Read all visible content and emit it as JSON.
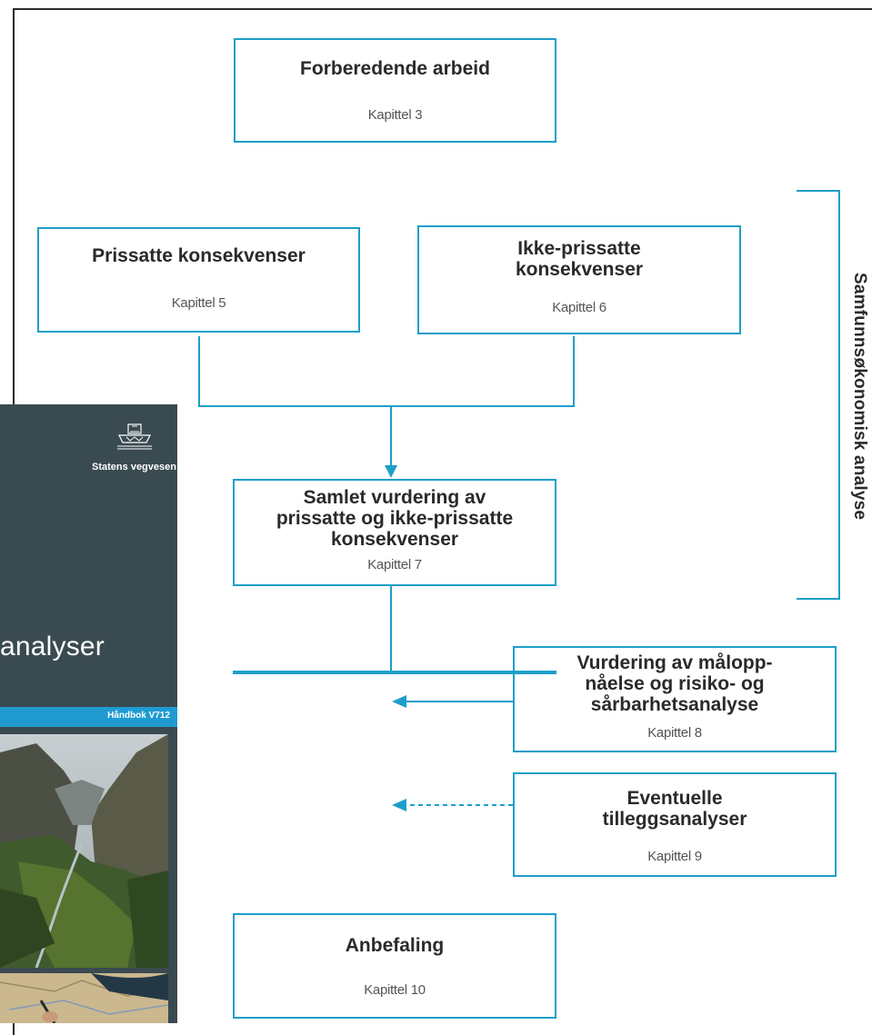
{
  "boxes": {
    "forberedende": {
      "title": "Forberedende arbeid",
      "chapter": "Kapittel 3"
    },
    "prissatte": {
      "title": "Prissatte konsekvenser",
      "chapter": "Kapittel 5"
    },
    "ikke_prissatte": {
      "title": "Ikke-prissatte\nkonsekvenser",
      "chapter": "Kapittel 6"
    },
    "samlet": {
      "title": "Samlet vurdering av\nprissatte og ikke-prissatte\nkonsekvenser",
      "chapter": "Kapittel 7"
    },
    "maloppnaelse": {
      "title": "Vurdering av målopp-\nnåelse og risiko- og\nsårbarhetsanalyse",
      "chapter": "Kapittel 8"
    },
    "tillegg": {
      "title": "Eventuelle\ntilleggsanalyser",
      "chapter": "Kapittel 9"
    },
    "anbefaling": {
      "title": "Anbefaling",
      "chapter": "Kapittel 10"
    }
  },
  "bracket_label": "Samfunnsøkonomisk analyse",
  "cover": {
    "brand": "Statens vegvesen",
    "title": "analyser",
    "handbook": "Håndbok V712"
  },
  "colors": {
    "accent": "#1d9ec9",
    "cover_bg": "#3a4a51",
    "cover_bar": "#1f9bd2"
  }
}
